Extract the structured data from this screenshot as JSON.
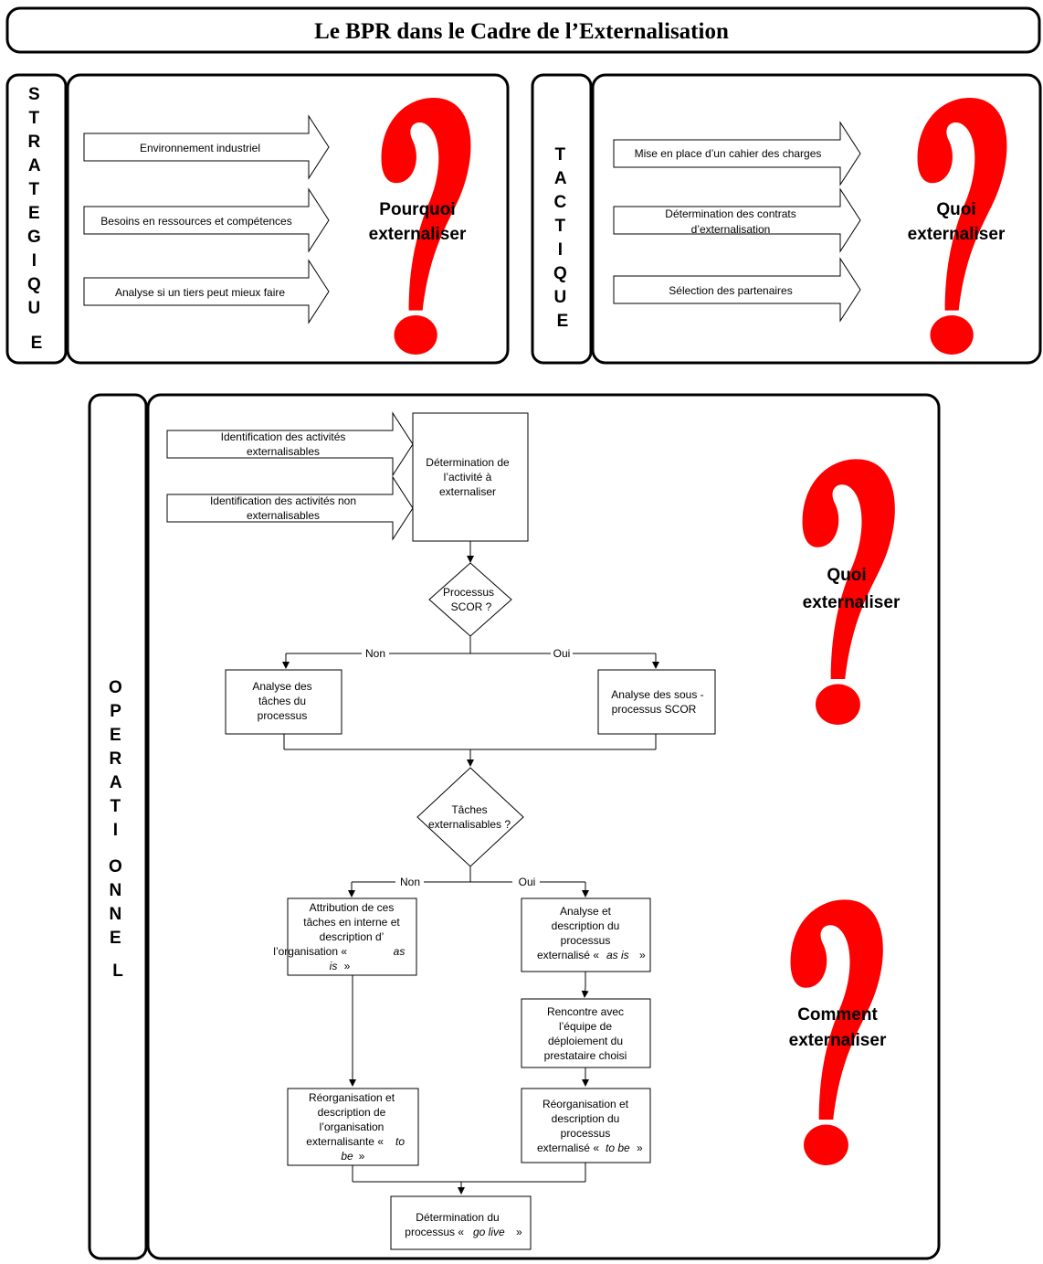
{
  "title": "Le BPR dans le Cadre de l’Externalisation",
  "colors": {
    "question_mark": "#ff0000",
    "stroke": "#000000"
  },
  "strategique": {
    "letters": [
      "S",
      "T",
      "R",
      "A",
      "T",
      "E",
      "G",
      "I",
      "Q",
      "U",
      "E"
    ],
    "arrows": [
      "Environnement industriel",
      "Besoins en ressources et compétences",
      "Analyse si un tiers peut mieux faire"
    ],
    "question": [
      "Pourquoi",
      "externaliser"
    ]
  },
  "tactique": {
    "letters": [
      "T",
      "A",
      "C",
      "T",
      "I",
      "Q",
      "U",
      "E"
    ],
    "arrows": [
      [
        "Mise en place d’un cahier des charges"
      ],
      [
        "Détermination des contrats",
        "d’externalisation"
      ],
      [
        "Sélection des partenaires"
      ]
    ],
    "question": [
      "Quoi",
      "externaliser"
    ]
  },
  "operationnel": {
    "letters": [
      "O",
      "P",
      "E",
      "R",
      "A",
      "T",
      "I",
      "O",
      "N",
      "N",
      "E",
      "L"
    ],
    "input_arrows": [
      [
        "Identification des activités",
        "externalisables"
      ],
      [
        "Identification des activités non",
        "externalisables"
      ]
    ],
    "determination_box": [
      "Détermination de",
      "l’activité à",
      "externaliser"
    ],
    "decision_scor": [
      "Processus",
      "SCOR ?"
    ],
    "branch_non": "Non",
    "branch_oui": "Oui",
    "analyse_taches": [
      "Analyse des",
      "tâches du",
      "processus"
    ],
    "analyse_sous": [
      "Analyse des sous   -",
      "processus SCOR"
    ],
    "decision_taches": [
      "Tâches",
      "externalisables  ?"
    ],
    "attribution_lines": [
      "Attribution de ces",
      "tâches en interne et",
      "description d’",
      "l’organisation «"
    ],
    "attribution_italic": [
      "as",
      "is"
    ],
    "analyse_desc": [
      "Analyse et",
      "description du",
      "processus"
    ],
    "analyse_desc_last": "externalisé «",
    "analyse_desc_italic": "as is",
    "rencontre": [
      "Rencontre avec",
      "l’équipe de",
      "déploiement du",
      "prestataire choisi"
    ],
    "reorg_left_lines": [
      "Réorganisation et",
      "description de",
      "l’organisation",
      "externalisante «"
    ],
    "reorg_left_italic": [
      "to",
      "be"
    ],
    "reorg_right_lines": [
      "Réorganisation et",
      "description du",
      "processus"
    ],
    "reorg_right_last": "externalisé «",
    "reorg_right_italic": "to be",
    "golive_line1": "Détermination du",
    "golive_line2": "processus «",
    "golive_italic": "go live",
    "close_quote": "»",
    "question_quoi": [
      "Quoi",
      "externaliser"
    ],
    "question_comment": [
      "Comment",
      "externaliser"
    ]
  }
}
